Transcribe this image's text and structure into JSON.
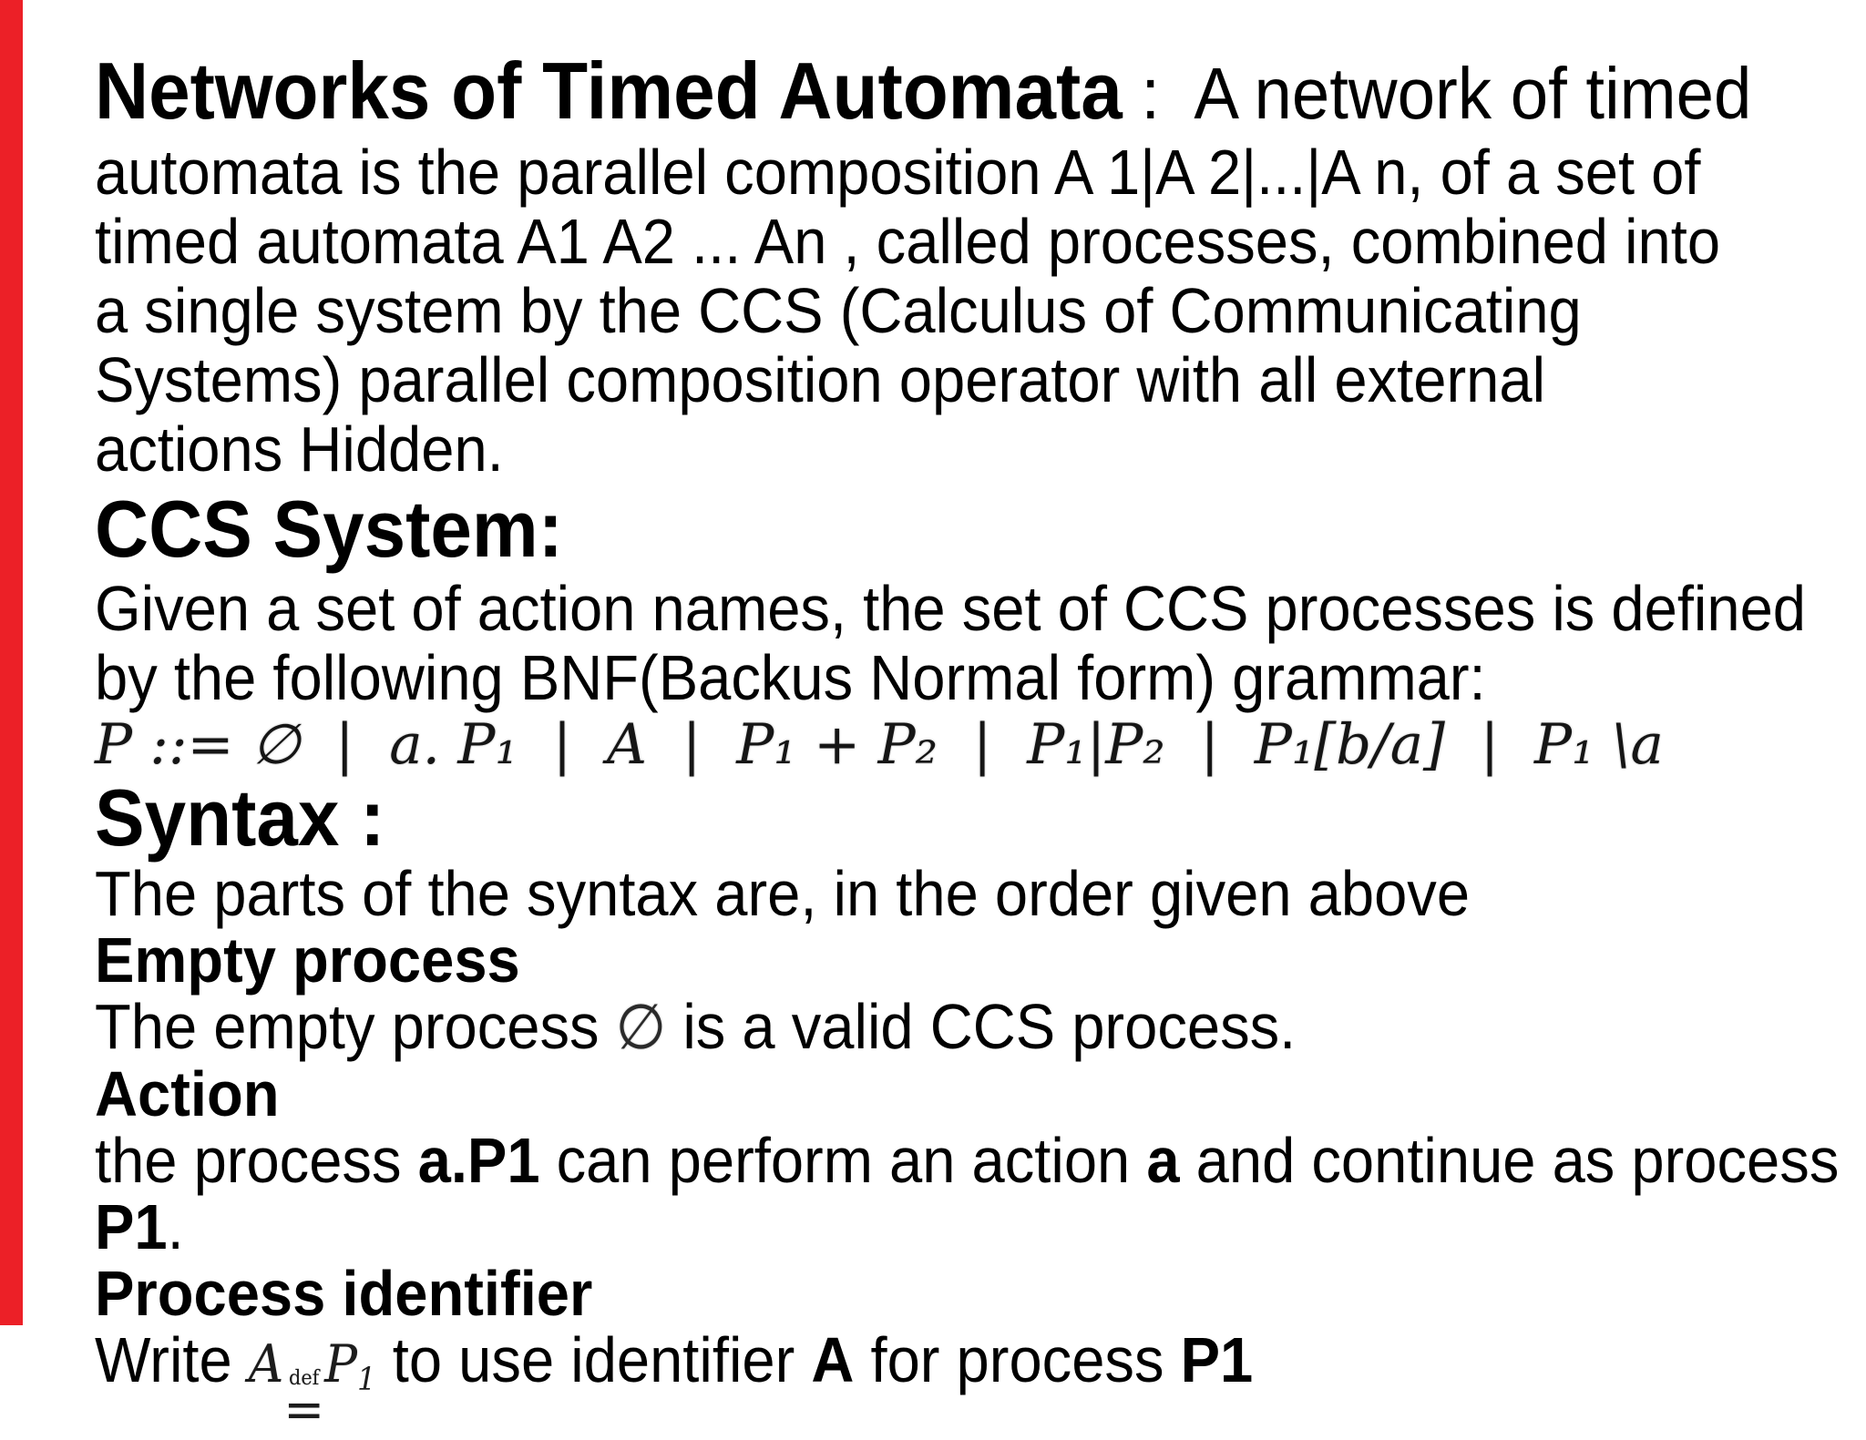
{
  "page": {
    "background": "#ffffff",
    "left_strip_color": "#ec2027"
  },
  "intro": {
    "title_bold": "Networks of Timed Automata",
    "title_rest": " :  A network of timed",
    "lines": [
      "automata is the parallel composition A 1|A 2|...|A n, of a set of",
      "timed automata A1 A2 ... An , called processes, combined into",
      "a single system by the CCS (Calculus of Communicating",
      "Systems) parallel composition operator with all external",
      "actions Hidden."
    ]
  },
  "ccs": {
    "heading": "CCS System:",
    "lines": [
      "Given a set of action names, the set of CCS processes is defined",
      "by the following BNF(Backus Normal form) grammar:"
    ],
    "formula": "P ::= ∅  |  a. P₁  |  A  |  P₁ + P₂  |  P₁|P₂  |  P₁[b/a]  |  P₁ \\a"
  },
  "syntax": {
    "heading": "Syntax :",
    "intro_line": "The parts of the syntax are, in the order given above",
    "empty": {
      "heading": "Empty process",
      "before": "The empty process ",
      "symbol": "∅",
      "after": " is a valid CCS process."
    },
    "action": {
      "heading": "Action",
      "seg1": "the process ",
      "b1": "a.P1",
      "seg2": " can perform an action ",
      "b2": "a",
      "seg3": " and continue as process",
      "b3": "P1",
      "seg4": "."
    },
    "procid": {
      "heading": "Process identifier",
      "seg1": "Write ",
      "math_a": "A",
      "math_def": "def",
      "math_eq": "=",
      "math_p": "P",
      "math_sub": "1",
      "seg2": " to use identifier ",
      "b1": "A",
      "seg3": " for process ",
      "b2": "P1"
    }
  }
}
